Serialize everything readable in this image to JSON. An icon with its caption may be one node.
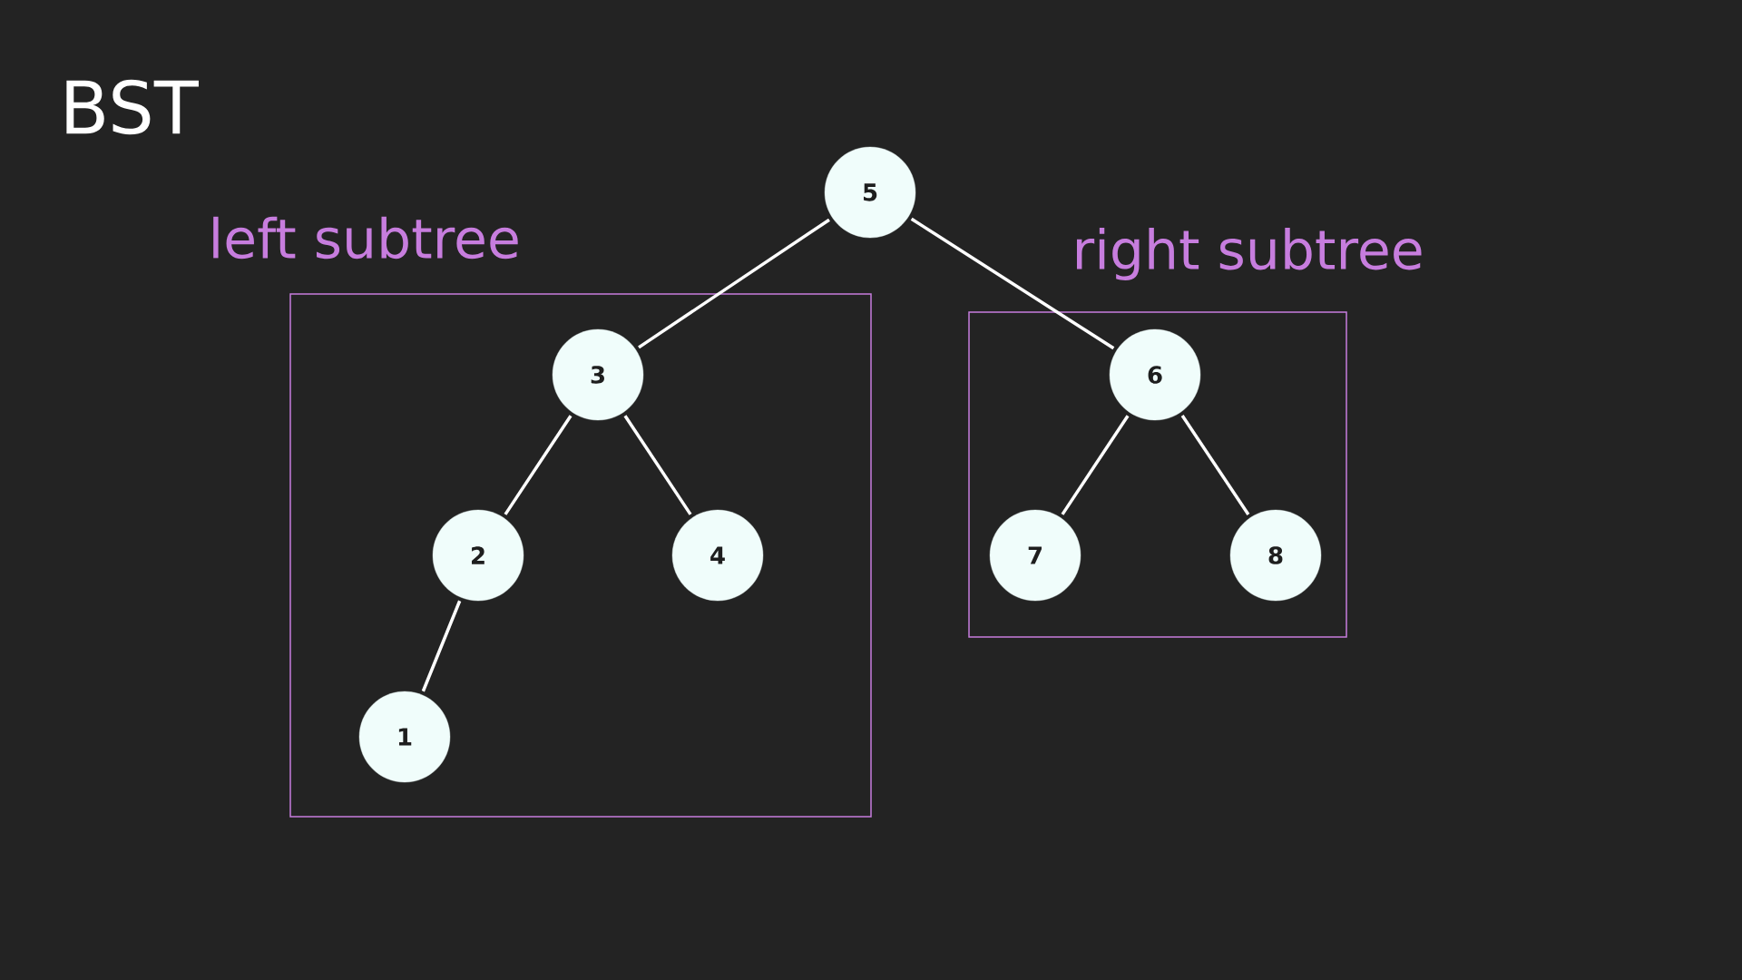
{
  "diagram": {
    "title": "BST",
    "nodes": [
      {
        "text": [
          "5"
        ]
      },
      {
        "text": [
          "left subtree"
        ]
      },
      {
        "text": [
          "3"
        ],
        "in": 1
      },
      {
        "text": [
          "2"
        ],
        "in": 1
      },
      {
        "text": [
          "4"
        ],
        "in": 1
      },
      {
        "text": [
          "1"
        ],
        "in": 1
      },
      {
        "text": [
          "right subtree"
        ]
      },
      {
        "text": [
          "6"
        ],
        "in": 6
      },
      {
        "text": [
          "7"
        ],
        "in": 6
      },
      {
        "text": [
          "8"
        ],
        "in": 6
      }
    ],
    "edges": [
      {
        "from": 0,
        "to": 2,
        "arrow": "none"
      },
      {
        "from": 0,
        "to": 7,
        "arrow": "none"
      },
      {
        "from": 2,
        "to": 3,
        "arrow": "none"
      },
      {
        "from": 2,
        "to": 4,
        "arrow": "none"
      },
      {
        "from": 3,
        "to": 5,
        "arrow": "none"
      },
      {
        "from": 7,
        "to": 8,
        "arrow": "none"
      },
      {
        "from": 7,
        "to": 9,
        "arrow": "none"
      }
    ]
  }
}
